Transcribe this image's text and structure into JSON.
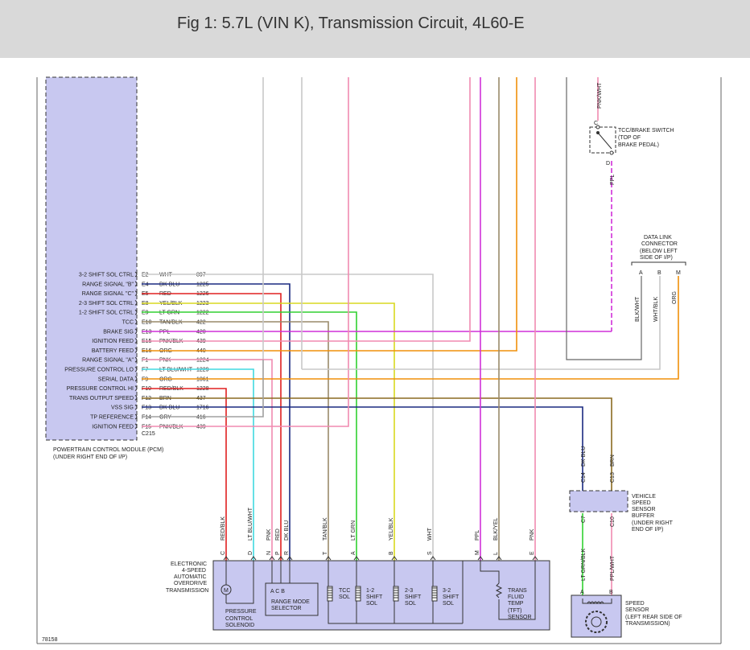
{
  "header": {
    "title": "Fig 1: 5.7L (VIN K), Transmission Circuit, 4L60-E"
  },
  "pcm": {
    "label_line1": "POWERTRAIN CONTROL MODULE (PCM)",
    "label_line2": "(UNDER RIGHT END OF I/P)",
    "connector": "C215",
    "pins": [
      {
        "fn": "3-2 SHIFT SOL CTRL",
        "pin": "E2",
        "wire": "WHT",
        "circuit": "897",
        "color": "#c8c8c8"
      },
      {
        "fn": "RANGE SIGNAL \"B\"",
        "pin": "E4",
        "wire": "DK BLU",
        "circuit": "1225",
        "color": "#1a2a80"
      },
      {
        "fn": "RANGE SIGNAL \"C\"",
        "pin": "E5",
        "wire": "RED",
        "circuit": "1226",
        "color": "#e02020"
      },
      {
        "fn": "2-3 SHIFT SOL CTRL",
        "pin": "E8",
        "wire": "YEL/BLK",
        "circuit": "1223",
        "color": "#d8d820"
      },
      {
        "fn": "1-2 SHIFT SOL CTRL",
        "pin": "E9",
        "wire": "LT GRN",
        "circuit": "1222",
        "color": "#30d030"
      },
      {
        "fn": "TCC",
        "pin": "E10",
        "wire": "TAN/BLK",
        "circuit": "422",
        "color": "#9a8a6a"
      },
      {
        "fn": "BRAKE SIG",
        "pin": "E13",
        "wire": "PPL",
        "circuit": "420",
        "color": "#d030d8"
      },
      {
        "fn": "IGNITION FEED",
        "pin": "E15",
        "wire": "PNK/BLK",
        "circuit": "439",
        "color": "#f08ab0"
      },
      {
        "fn": "BATTERY FEED",
        "pin": "E16",
        "wire": "ORG",
        "circuit": "440",
        "color": "#f0900a"
      },
      {
        "fn": "RANGE SIGNAL \"A\"",
        "pin": "F1",
        "wire": "PNK",
        "circuit": "1224",
        "color": "#f08ab0"
      },
      {
        "fn": "PRESSURE CONTROL LO",
        "pin": "F7",
        "wire": "LT BLU/WHT",
        "circuit": "1229",
        "color": "#40d8e0"
      },
      {
        "fn": "SERIAL DATA",
        "pin": "F9",
        "wire": "ORG",
        "circuit": "1061",
        "color": "#f0900a"
      },
      {
        "fn": "PRESSURE CONTROL HI",
        "pin": "F10",
        "wire": "RED/BLK",
        "circuit": "1228",
        "color": "#e02020"
      },
      {
        "fn": "TRANS OUTPUT SPEED",
        "pin": "F12",
        "wire": "BRN",
        "circuit": "437",
        "color": "#8a6a20"
      },
      {
        "fn": "VSS SIG",
        "pin": "F13",
        "wire": "DK BLU",
        "circuit": "1716",
        "color": "#1a2a80"
      },
      {
        "fn": "TP REFERENCE",
        "pin": "F14",
        "wire": "GRY",
        "circuit": "416",
        "color": "#a0a0a0"
      },
      {
        "fn": "IGNITION FEED",
        "pin": "F15",
        "wire": "PNK/BLK",
        "circuit": "439",
        "color": "#f08ab0"
      }
    ]
  },
  "tcc_switch": {
    "line1": "TCC/BRAKE SWITCH",
    "line2": "(TOP OF",
    "line3": "BRAKE PEDAL)",
    "pin_c": "C",
    "pin_d": "D",
    "top_wire": "PNK/WHT",
    "bottom_wire": "PPL"
  },
  "dlc": {
    "line1": "DATA LINK",
    "line2": "CONNECTOR",
    "line3": "(BELOW LEFT",
    "line4": "SIDE OF I/P)",
    "pins": [
      "A",
      "B",
      "M"
    ],
    "wires": [
      "BLK/WHT",
      "WHT/BLK",
      "ORG"
    ]
  },
  "vss_buffer": {
    "line1": "VEHICLE",
    "line2": "SPEED",
    "line3": "SENSOR",
    "line4": "BUFFER",
    "line5": "(UNDER RIGHT",
    "line6": "END OF I/P)",
    "c14": "C14",
    "c13": "C13",
    "c7": "C7",
    "c10": "C10",
    "top_wire_left": "DK BLU",
    "top_wire_right": "BRN",
    "bottom_wire_left": "LT GRN/BLK",
    "bottom_wire_right": "PPL/WHT"
  },
  "speed_sensor": {
    "line1": "SPEED",
    "line2": "SENSOR",
    "line3": "(LEFT REAR SIDE OF",
    "line4": "TRANSMISSION)",
    "pin_a": "A",
    "pin_b": "B"
  },
  "transmission": {
    "line1": "ELECTRONIC",
    "line2": "4-SPEED",
    "line3": "AUTOMATIC",
    "line4": "OVERDRIVE",
    "line5": "TRANSMISSION",
    "pcs_line1": "PRESSURE",
    "pcs_line2": "CONTROL",
    "pcs_line3": "SOLENOID",
    "selector_pins": "A   C   B",
    "selector_line1": "RANGE MODE",
    "selector_line2": "SELECTOR",
    "tcc_sol_line1": "TCC",
    "tcc_sol_line2": "SOL",
    "s12_line1": "1-2",
    "s12_line2": "SHIFT",
    "s12_line3": "SOL",
    "s23_line1": "2-3",
    "s23_line2": "SHIFT",
    "s23_line3": "SOL",
    "s32_line1": "3-2",
    "s32_line2": "SHIFT",
    "s32_line3": "SOL",
    "tft_line1": "TRANS",
    "tft_line2": "FLUID",
    "tft_line3": "TEMP",
    "tft_line4": "(TFT)",
    "tft_line5": "SENSOR",
    "connector_pins": [
      {
        "pin": "C",
        "wire": "RED/BLK"
      },
      {
        "pin": "D",
        "wire": "LT BLU/WHT"
      },
      {
        "pin": "N",
        "wire": "PNK"
      },
      {
        "pin": "P",
        "wire": "RED"
      },
      {
        "pin": "R",
        "wire": "DK BLU"
      },
      {
        "pin": "T",
        "wire": "TAN/BLK"
      },
      {
        "pin": "A",
        "wire": "LT GRN"
      },
      {
        "pin": "B",
        "wire": "YEL/BLK"
      },
      {
        "pin": "S",
        "wire": "WHT"
      },
      {
        "pin": "M",
        "wire": "PPL"
      },
      {
        "pin": "L",
        "wire": "BLK/YEL"
      },
      {
        "pin": "E",
        "wire": "PNK"
      }
    ]
  },
  "figure_id": "78158"
}
